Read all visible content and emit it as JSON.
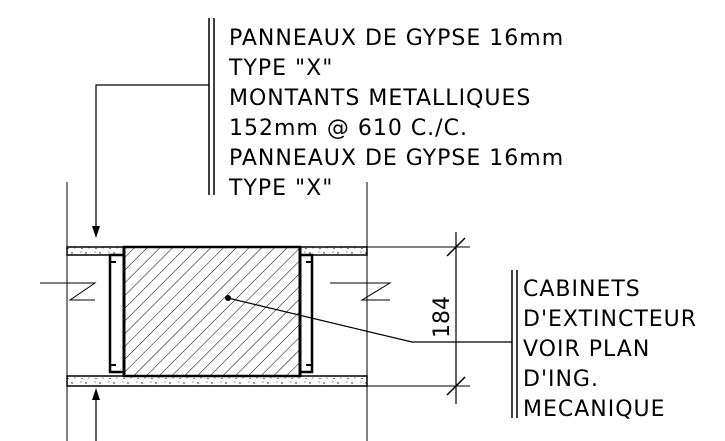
{
  "wall_note": {
    "lines": [
      "PANNEAUX DE GYPSE 16mm",
      "TYPE \"X\"",
      "MONTANTS METALLIQUES",
      "152mm @ 610 C./C.",
      "PANNEAUX DE GYPSE 16mm",
      "TYPE \"X\""
    ]
  },
  "cabinet_note": {
    "lines": [
      "CABINETS",
      "D'EXTINCTEUR",
      "VOIR PLAN",
      "D'ING.",
      "MECANIQUE"
    ]
  },
  "dimension": {
    "value": "184"
  }
}
